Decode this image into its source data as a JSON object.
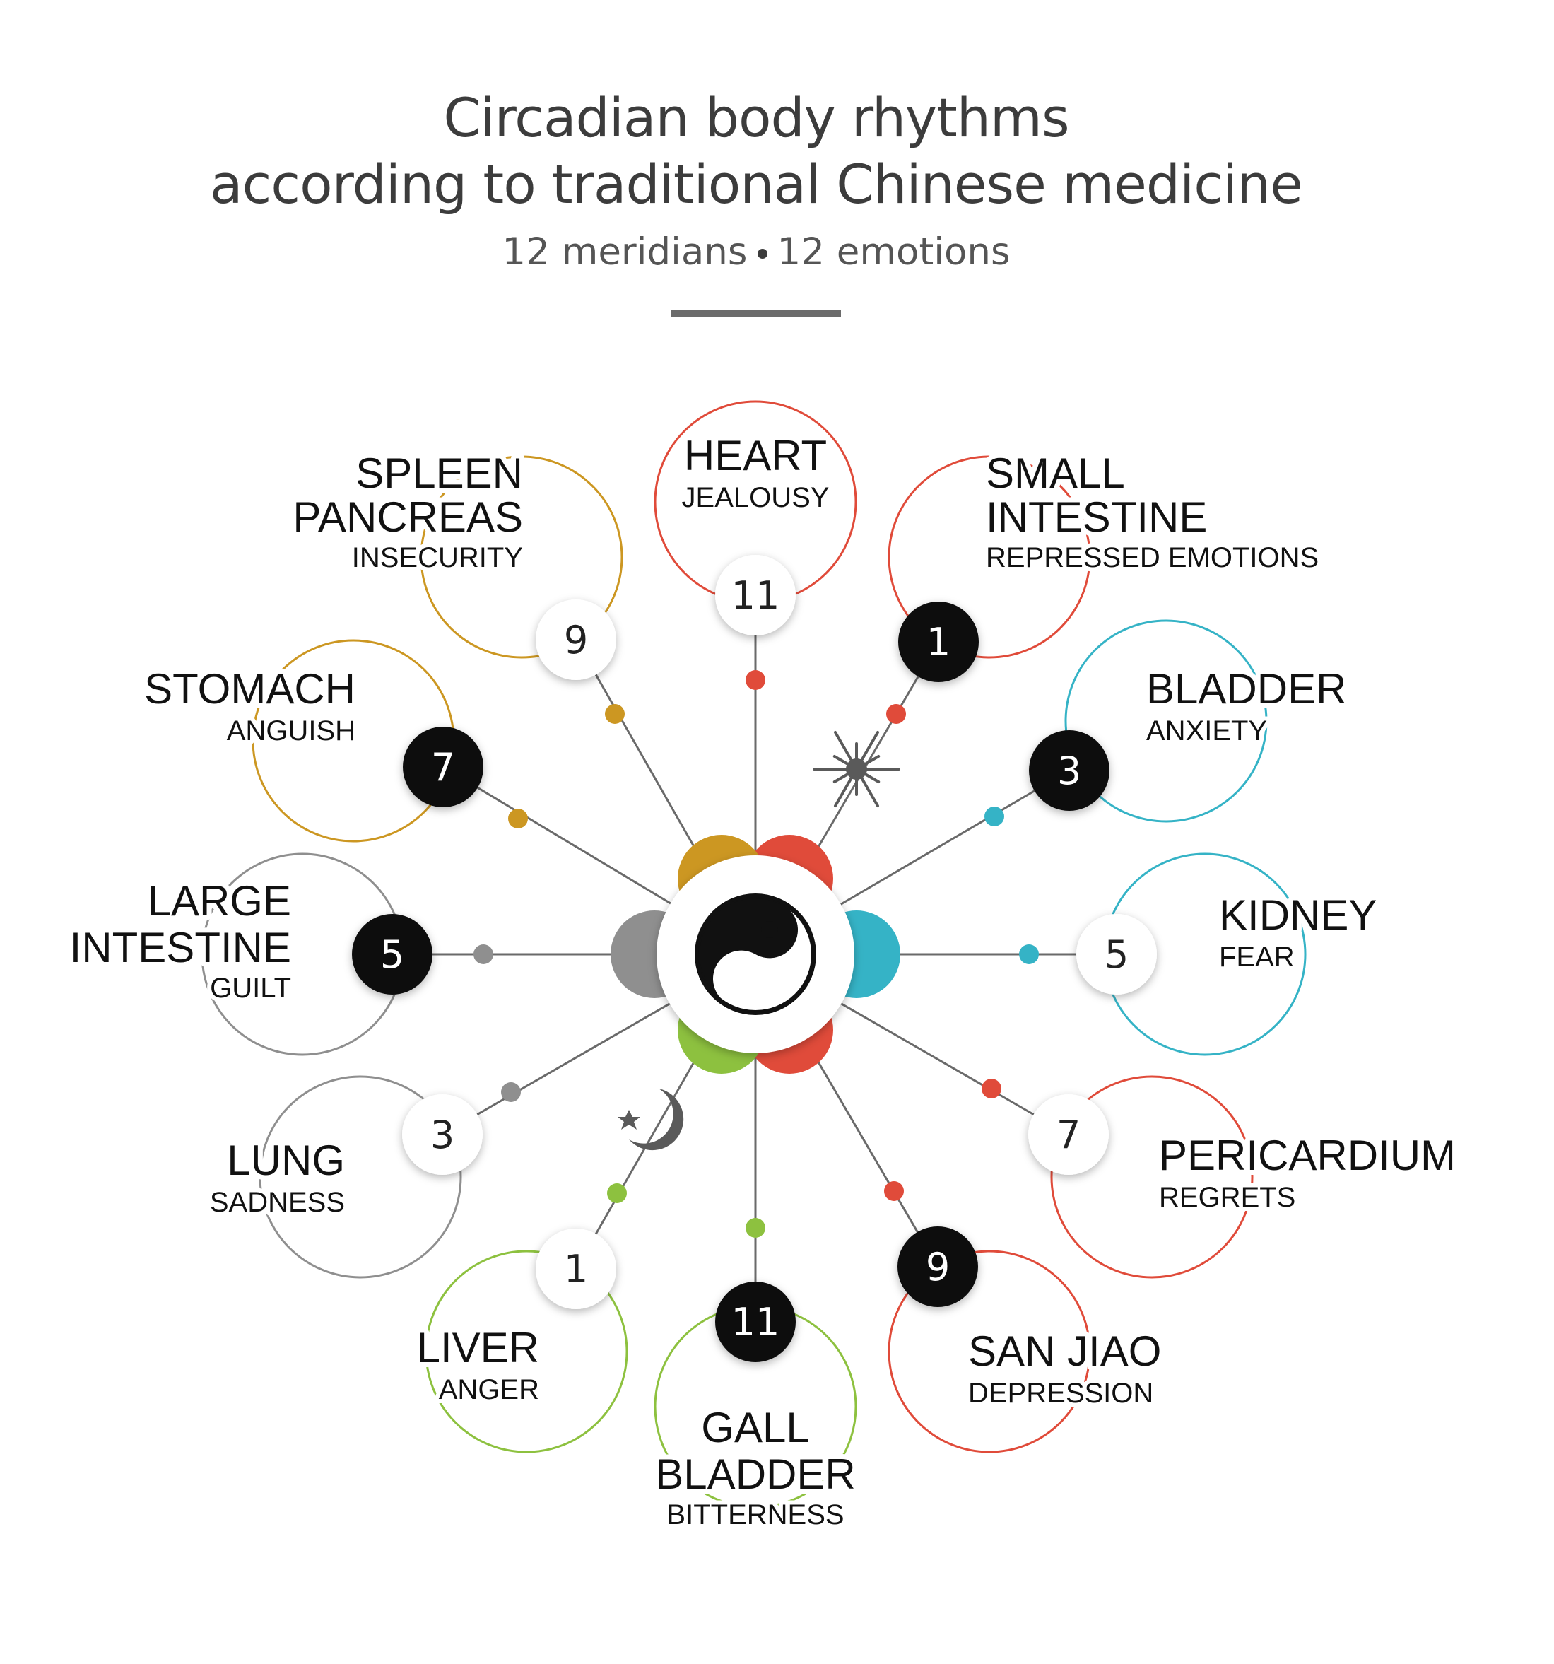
{
  "header": {
    "title_line1": "Circadian body rhythms",
    "title_line2": "according to traditional Chinese medicine",
    "subtitle_left": "12 meridians",
    "subtitle_right": "12 emotions"
  },
  "center": {
    "icon": "yin-yang-icon"
  },
  "icons": {
    "sun": "sun-icon",
    "moon": "moon-star-icon"
  },
  "colors": {
    "red": "#e04b3a",
    "gold": "#cc9722",
    "teal": "#35b3c6",
    "green": "#8dc13f",
    "gray": "#8f8f8f",
    "blue": "#29a9dc",
    "dark": "#111111"
  },
  "meridians": [
    {
      "name_lines": [
        "HEART"
      ],
      "emotion": "JEALOUSY",
      "hour": "11",
      "badge": "light",
      "color": "red"
    },
    {
      "name_lines": [
        "SMALL",
        "INTESTINE"
      ],
      "emotion": "REPRESSED EMOTIONS",
      "hour": "1",
      "badge": "dark",
      "color": "red"
    },
    {
      "name_lines": [
        "BLADDER"
      ],
      "emotion": "ANXIETY",
      "hour": "3",
      "badge": "dark",
      "color": "teal"
    },
    {
      "name_lines": [
        "KIDNEY"
      ],
      "emotion": "FEAR",
      "hour": "5",
      "badge": "light",
      "color": "teal"
    },
    {
      "name_lines": [
        "PERICARDIUM"
      ],
      "emotion": "REGRETS",
      "hour": "7",
      "badge": "light",
      "color": "red"
    },
    {
      "name_lines": [
        "SAN JIAO"
      ],
      "emotion": "DEPRESSION",
      "hour": "9",
      "badge": "dark",
      "color": "red"
    },
    {
      "name_lines": [
        "GALL",
        "BLADDER"
      ],
      "emotion": "BITTERNESS",
      "hour": "11",
      "badge": "dark",
      "color": "green"
    },
    {
      "name_lines": [
        "LIVER"
      ],
      "emotion": "ANGER",
      "hour": "1",
      "badge": "light",
      "color": "green"
    },
    {
      "name_lines": [
        "LUNG"
      ],
      "emotion": "SADNESS",
      "hour": "3",
      "badge": "light",
      "color": "gray"
    },
    {
      "name_lines": [
        "LARGE",
        "INTESTINE"
      ],
      "emotion": "GUILT",
      "hour": "5",
      "badge": "dark",
      "color": "gray"
    },
    {
      "name_lines": [
        "STOMACH"
      ],
      "emotion": "ANGUISH",
      "hour": "7",
      "badge": "dark",
      "color": "gold"
    },
    {
      "name_lines": [
        "SPLEEN",
        "PANCREAS"
      ],
      "emotion": "INSECURITY",
      "hour": "9",
      "badge": "light",
      "color": "gold"
    }
  ]
}
